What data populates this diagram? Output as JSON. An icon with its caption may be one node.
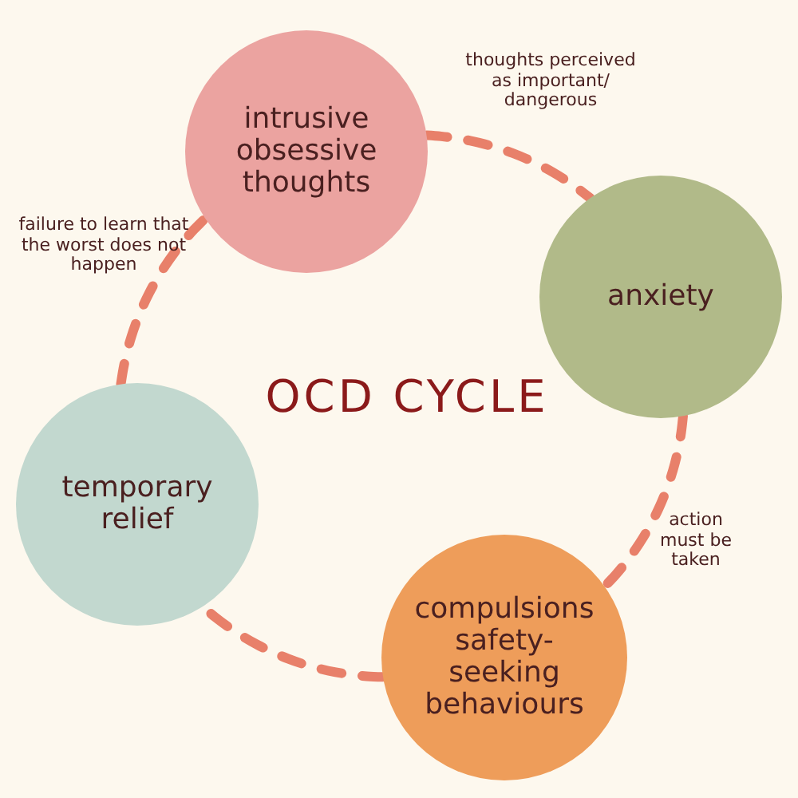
{
  "diagram": {
    "title": "OCD CYCLE",
    "nodes": [
      {
        "text": [
          "intrusive obsessive thoughts"
        ]
      },
      {
        "text": [
          "anxiety"
        ]
      },
      {
        "text": [
          "compulsions safety-seeking behaviours"
        ]
      },
      {
        "text": [
          "temporary relief"
        ]
      }
    ],
    "edges": [
      {
        "from": 0,
        "to": 1,
        "arrow": "none",
        "label": "thoughts perceived as important/ dangerous",
        "style": "dashed"
      },
      {
        "from": 1,
        "to": 2,
        "arrow": "none",
        "label": "action must be taken",
        "style": "dashed"
      },
      {
        "from": 2,
        "to": 3,
        "arrow": "none",
        "style": "dashed"
      },
      {
        "from": 3,
        "to": 0,
        "arrow": "none",
        "label": "failure to learn that the worst does not happen",
        "style": "dashed"
      }
    ]
  }
}
